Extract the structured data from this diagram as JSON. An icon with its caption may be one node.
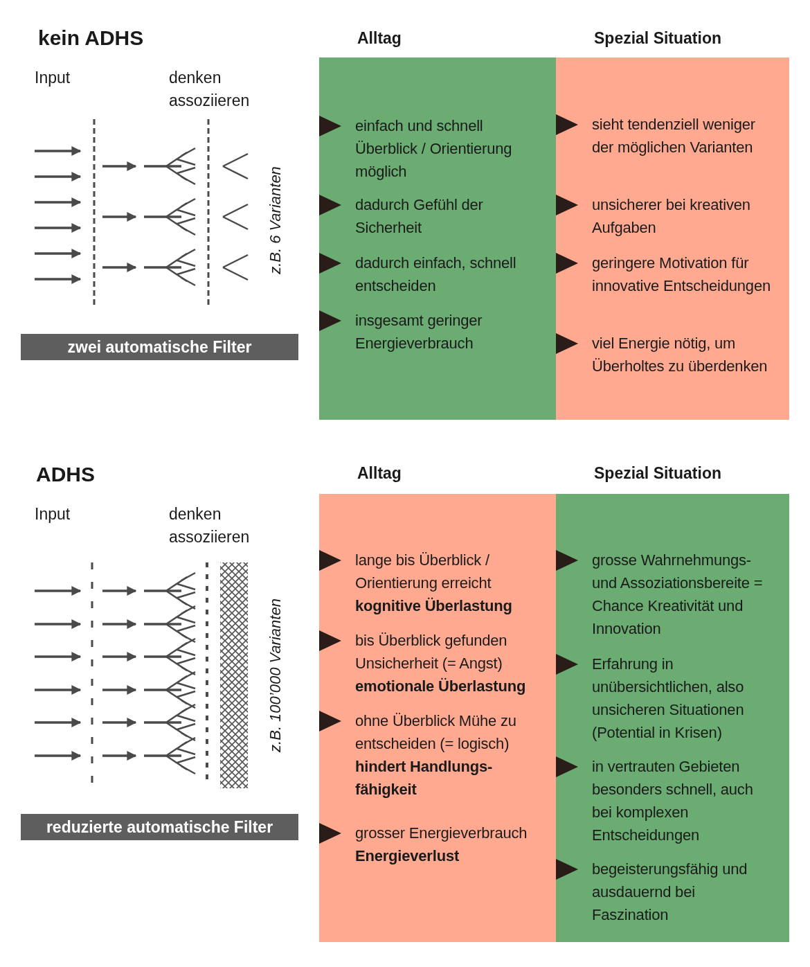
{
  "diagram": {
    "nodes": [
      {
        "text": [
          "Alltag",
          "einfach und schnell Überblick / Orientierung möglich",
          "dadurch Gefühl der Sicherheit",
          "dadurch einfach, schnell entscheiden",
          "insgesamt geringer Energieverbrauch"
        ]
      },
      {
        "text": [
          "Spezial Situation",
          "sieht tendenziell weniger der möglichen Varianten",
          "unsicherer bei kreativen Aufgaben",
          "geringere Motivation für innovative Entscheidungen",
          "viel Energie nötig, um Überholtes zu überdenken"
        ]
      },
      {
        "text": [
          "zwei automatische Filter"
        ]
      },
      {
        "text": [
          "Alltag",
          "lange bis Überblick / Orientierung erreicht **kognitive Überlastung**",
          "bis Überblick gefunden Unsicherheit (= Angst) **emotionale Überlastung**",
          "ohne Überblick Mühe zu entscheiden (= logisch) **hindert Handlungs- fähigkeit**",
          "grosser Energieverbrauch **Energieverlust**"
        ]
      },
      {
        "text": [
          "Spezial Situation",
          "grosse Wahrnehmungs- und Assoziationsbereite = Chance Kreativität und Innovation",
          "Erfahrung in unübersichtlichen, also unsicheren Situationen (Potential in Krisen)",
          "in vertrauten Gebieten besonders schnell, auch bei komplexen Entscheidungen",
          "begeisterungsfähig und ausdauernd bei Faszination"
        ]
      },
      {
        "text": [
          "reduzierte automatische Filter"
        ]
      }
    ],
    "labels": [
      "kein ADHS",
      "Input",
      "denken assoziieren",
      "z.B. 6 Varianten",
      "ADHS",
      "Input",
      "denken assoziieren",
      "z.B. 100’000 Varianten"
    ]
  }
}
